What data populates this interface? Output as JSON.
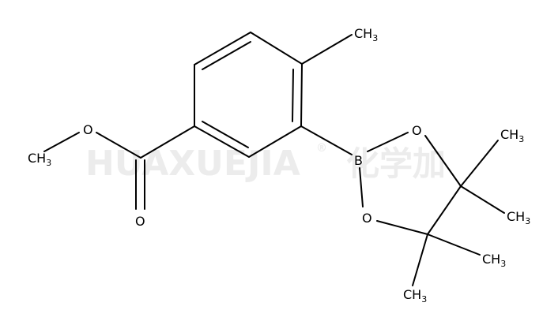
{
  "watermark": {
    "latin": "HUAXUEJIA",
    "registered": "®",
    "chinese": "化学加"
  },
  "atoms": {
    "methyl_top": {
      "main": "CH",
      "sub": "3"
    },
    "methyl_ester": {
      "main": "CH",
      "sub": "3"
    },
    "ester_o": "O",
    "carbonyl_o": "O",
    "boron": "B",
    "ring_o_top": "O",
    "ring_o_bottom": "O",
    "pin_me_1": {
      "main": "CH",
      "sub": "3"
    },
    "pin_me_2": {
      "main": "CH",
      "sub": "3"
    },
    "pin_me_3": {
      "main": "CH",
      "sub": "3"
    },
    "pin_me_4": {
      "main": "CH",
      "sub": "3"
    }
  }
}
